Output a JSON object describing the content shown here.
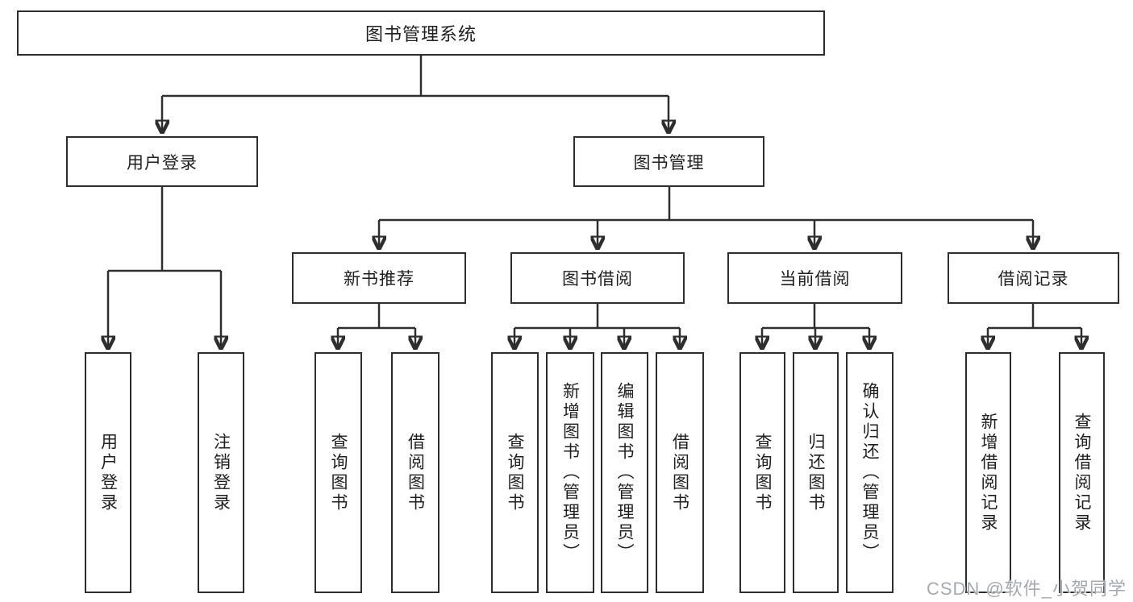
{
  "diagram": {
    "root": {
      "label": "图书管理系统"
    },
    "level1": [
      {
        "label": "用户登录"
      },
      {
        "label": "图书管理"
      }
    ],
    "user_login_children": [
      {
        "label": "用户登录"
      },
      {
        "label": "注销登录"
      }
    ],
    "book_mgmt_children": [
      {
        "label": "新书推荐"
      },
      {
        "label": "图书借阅"
      },
      {
        "label": "当前借阅"
      },
      {
        "label": "借阅记录"
      }
    ],
    "new_book_rec_children": [
      {
        "label": "查询图书"
      },
      {
        "label": "借阅图书"
      }
    ],
    "book_borrow_children": [
      {
        "label": "查询图书"
      },
      {
        "label": "新增图书（管理员）"
      },
      {
        "label": "编辑图书（管理员）"
      },
      {
        "label": "借阅图书"
      }
    ],
    "current_borrow_children": [
      {
        "label": "查询图书"
      },
      {
        "label": "归还图书"
      },
      {
        "label": "确认归还（管理员）"
      }
    ],
    "borrow_records_children": [
      {
        "label": "新增借阅记录"
      },
      {
        "label": "查询借阅记录"
      }
    ]
  },
  "watermark": {
    "text": "CSDN @软件_小贺同学"
  },
  "colors": {
    "line": "#2e2e2e",
    "box_border": "#2e2e2e",
    "box_background": "#ffffff",
    "text": "#1f1f1f",
    "watermark": "#a6a9ae",
    "page_background": "#ffffff"
  }
}
